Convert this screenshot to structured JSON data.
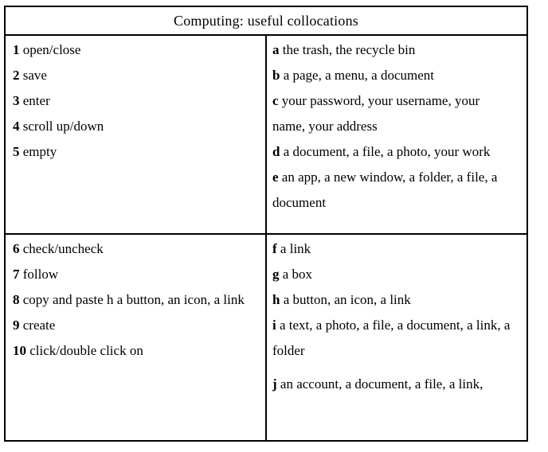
{
  "table": {
    "header": "Computing: useful collocations",
    "sections": [
      {
        "left": [
          {
            "num": "1",
            "text": "open/close"
          },
          {
            "num": "2",
            "text": "save"
          },
          {
            "num": "3",
            "text": "enter"
          },
          {
            "num": "4",
            "text": "scroll up/down"
          },
          {
            "num": "5",
            "text": "empty"
          }
        ],
        "right": [
          {
            "letter": "a",
            "text": "the trash, the recycle bin"
          },
          {
            "letter": "b",
            "text": "a page, a menu, a document"
          },
          {
            "letter": "c",
            "text": "your password, your username, your name, your address"
          },
          {
            "letter": "d",
            "text": "a document, a file, a photo, your work"
          },
          {
            "letter": "e",
            "text": "an app, a new window, a folder, a file, a document"
          }
        ]
      },
      {
        "left": [
          {
            "num": "6",
            "text": "check/uncheck"
          },
          {
            "num": "7",
            "text": "follow"
          },
          {
            "num": "8",
            "text": "copy and paste h a button, an icon, a link"
          },
          {
            "num": "9",
            "text": "create"
          },
          {
            "num": "10",
            "text": "click/double click on"
          }
        ],
        "right": [
          {
            "letter": "f",
            "text": "a link"
          },
          {
            "letter": "g",
            "text": "a box"
          },
          {
            "letter": "h",
            "text": "a button, an icon, a link"
          },
          {
            "letter": "i",
            "text": "a text, a photo, a file, a document, a link, a folder"
          },
          {
            "letter": "j",
            "text": "an account, a document, a file, a link,"
          }
        ]
      }
    ]
  }
}
